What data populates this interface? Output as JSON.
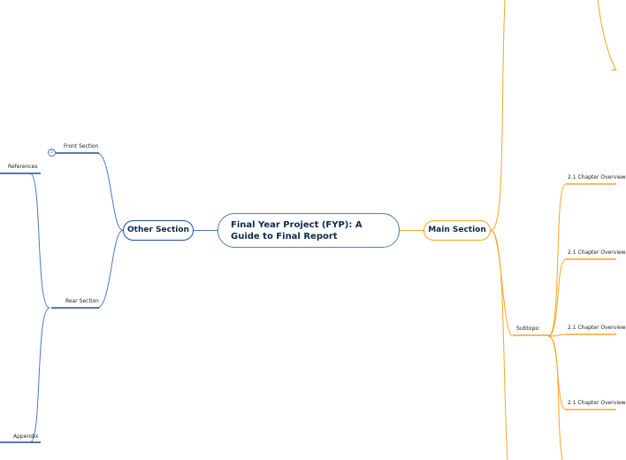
{
  "central_topic": "Final Year Project (FYP): A Guide to Final Report",
  "main_section": {
    "label": "Main Section",
    "subtopic": "Subtopic",
    "chapters": [
      "2.1 Chapter Overview",
      "2.1 Chapter Overview",
      "2.1 Chapter Overview",
      "2.1 Chapter Overview"
    ]
  },
  "other_section": {
    "label": "Other Section",
    "front_section": "Front Section",
    "rear_section": "Rear Section",
    "references": "References",
    "appendix": "Appendix",
    "collapse_count": "2"
  },
  "colors": {
    "main_branch": "#f5a623",
    "other_branch": "#4a78c8"
  }
}
